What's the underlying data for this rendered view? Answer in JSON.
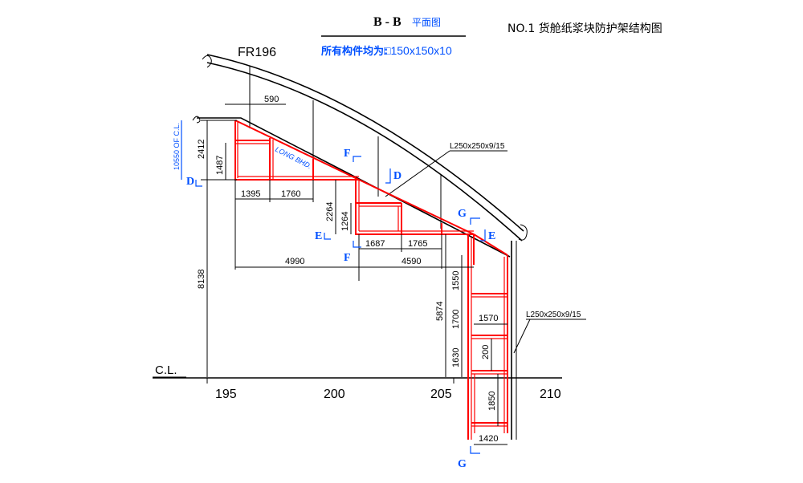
{
  "title_main": "B - B",
  "title_sub": "平面图",
  "note_members_label": "所有构件均为:",
  "note_members_value": "□150x150x10",
  "drawing_title": "NO.1 货舱纸浆块防护架结构图",
  "frame_label": "FR196",
  "long_bhd": "LONG BHD.",
  "cl_offset": "10550 OF C.L.",
  "cl_label": "C.L.",
  "angle_upper": "L250x250x9/15",
  "angle_lower": "L250x250x9/15",
  "axis_ticks": [
    "195",
    "200",
    "205",
    "210"
  ],
  "dims": {
    "d590": "590",
    "d2412": "2412",
    "d1487": "1487",
    "d1395": "1395",
    "d1760": "1760",
    "d2264": "2264",
    "d1264": "1264",
    "d1687": "1687",
    "d1765": "1765",
    "d4990": "4990",
    "d4590": "4590",
    "d8138": "8138",
    "d5874": "5874",
    "d1550": "1550",
    "d1700": "1700",
    "d1570": "1570",
    "d1630": "1630",
    "d200": "200",
    "d1850": "1850",
    "d1420": "1420"
  },
  "section_marks": {
    "D1": "D",
    "D2": "D",
    "E1": "E",
    "E2": "E",
    "F1": "F",
    "F2": "F",
    "G1": "G",
    "G2": "G"
  },
  "colors": {
    "structure": "#ff0000",
    "section_mark": "#0050ff",
    "line": "#000000"
  }
}
